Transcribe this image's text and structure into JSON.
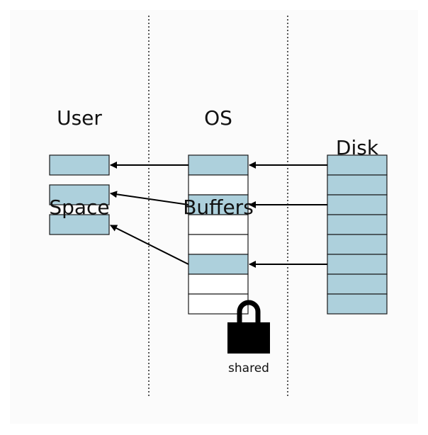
{
  "columns": {
    "user": {
      "title_line1": "User",
      "title_line2": "Space"
    },
    "os": {
      "title_line1": "OS",
      "title_line2": "Buffers"
    },
    "disk": {
      "title_line1": "Disk",
      "title_line2": ""
    }
  },
  "lock": {
    "label": "shared"
  },
  "colors": {
    "block_fill": "#add0dc",
    "empty_fill": "#ffffff",
    "stroke": "#1a1a1a"
  },
  "structure": {
    "user_blocks": 3,
    "os_slots": 8,
    "os_filled_slots": [
      0,
      2,
      5
    ],
    "disk_blocks": 8
  }
}
